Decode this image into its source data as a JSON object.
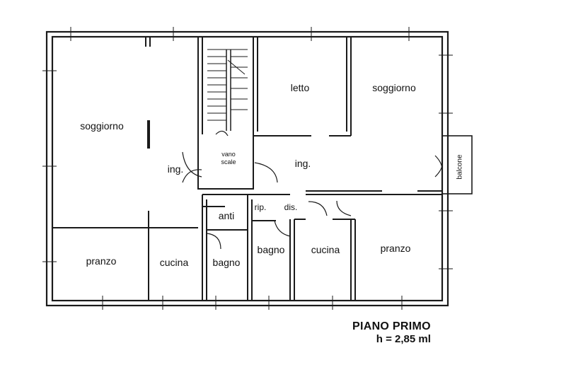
{
  "rooms": {
    "soggiorno_left": "soggiorno",
    "ing_left": "ing.",
    "vano_scale_1": "vano",
    "vano_scale_2": "scale",
    "letto": "letto",
    "soggiorno_right": "soggiorno",
    "ing_right": "ing.",
    "balcone": "balcone",
    "anti": "anti",
    "rip": "rip.",
    "dis": "dis.",
    "pranzo_left": "pranzo",
    "cucina_left": "cucina",
    "bagno_left": "bagno",
    "bagno_right": "bagno",
    "cucina_right": "cucina",
    "pranzo_right": "pranzo"
  },
  "caption": {
    "title": "PIANO PRIMO",
    "height": "h = 2,85 ml"
  },
  "colors": {
    "wall": "#1a1a1a",
    "background": "#ffffff"
  }
}
